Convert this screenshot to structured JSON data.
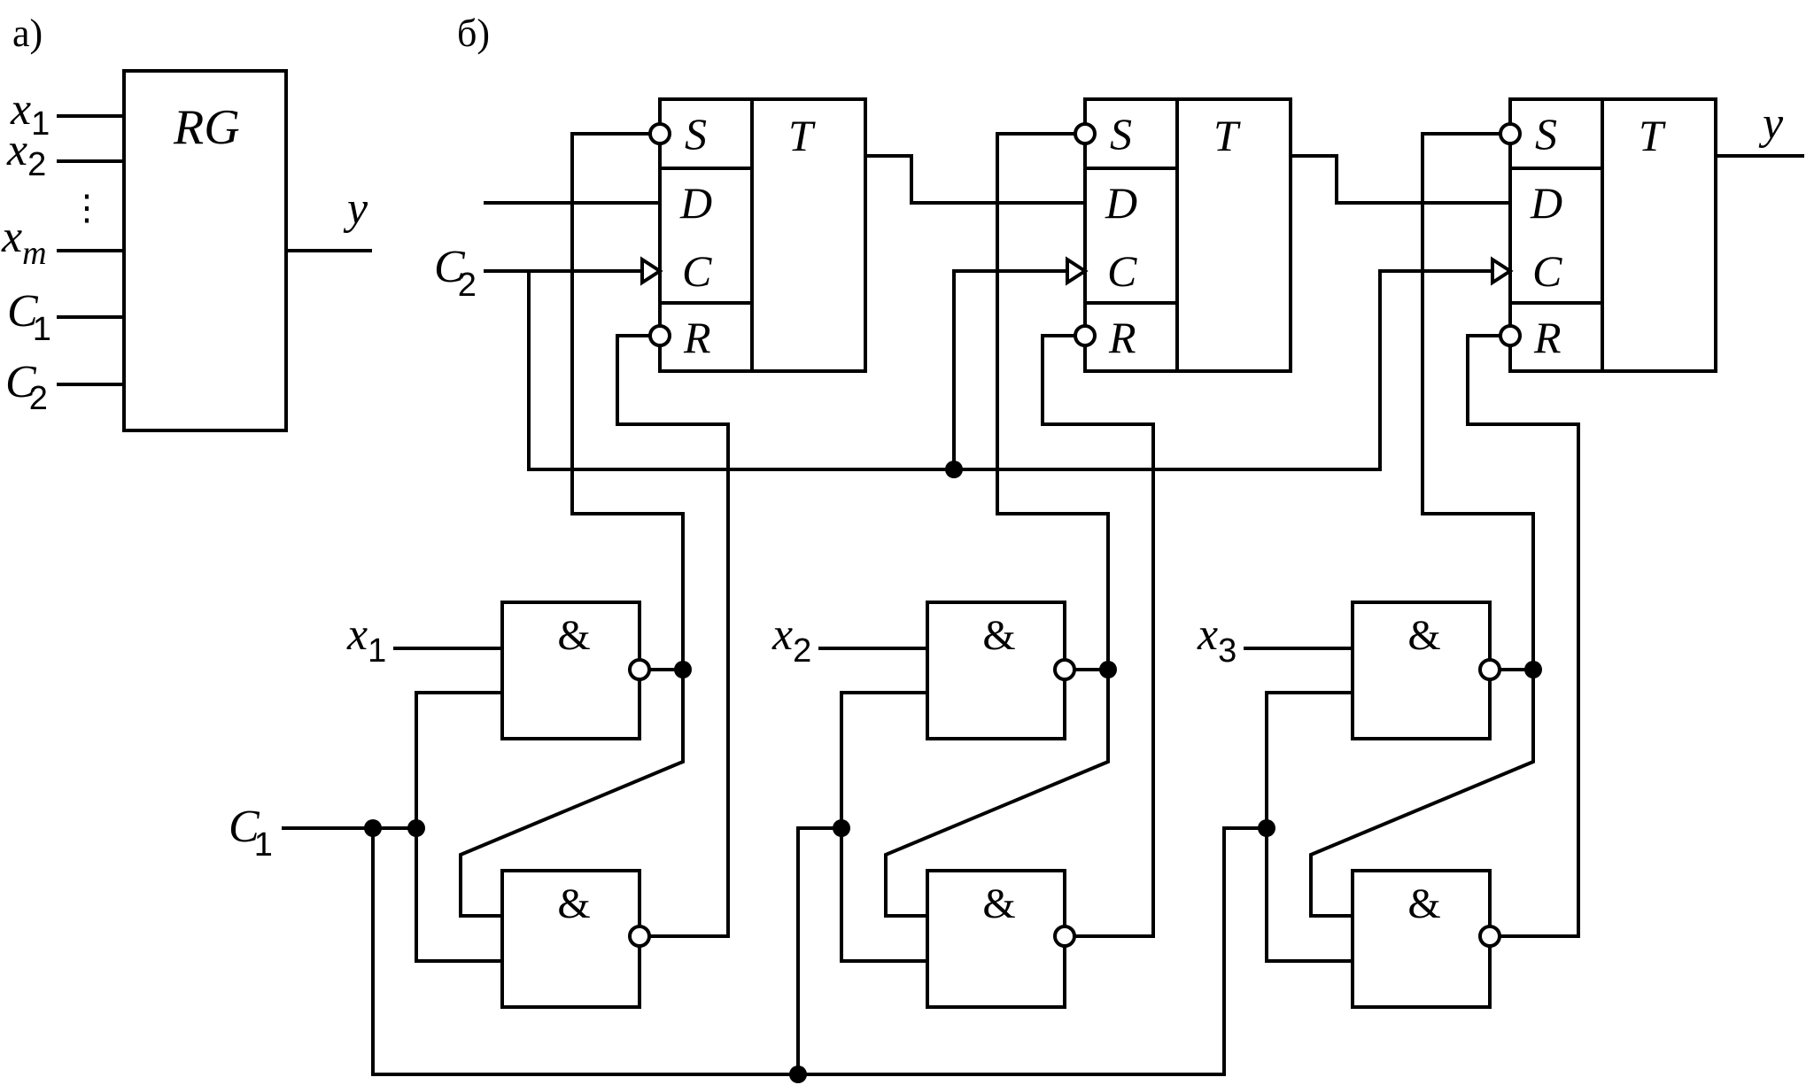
{
  "panel_a": {
    "label": "а)",
    "register_label": "RG",
    "inputs": [
      {
        "name": "x",
        "sub": "1"
      },
      {
        "name": "x",
        "sub": "2"
      },
      {
        "name": "x",
        "sub": "m"
      },
      {
        "name": "C",
        "sub": "1"
      },
      {
        "name": "C",
        "sub": "2"
      }
    ],
    "dots": "⋮",
    "output": "y"
  },
  "panel_b": {
    "label": "б)",
    "flipflop": {
      "s": "S",
      "d": "D",
      "c": "C",
      "r": "R",
      "t": "T"
    },
    "gate_symbol": "&",
    "inputs": [
      {
        "name": "x",
        "sub": "1"
      },
      {
        "name": "x",
        "sub": "2"
      },
      {
        "name": "x",
        "sub": "3"
      }
    ],
    "clock1": {
      "name": "C",
      "sub": "1"
    },
    "clock2": {
      "name": "C",
      "sub": "2"
    },
    "output": "y"
  }
}
